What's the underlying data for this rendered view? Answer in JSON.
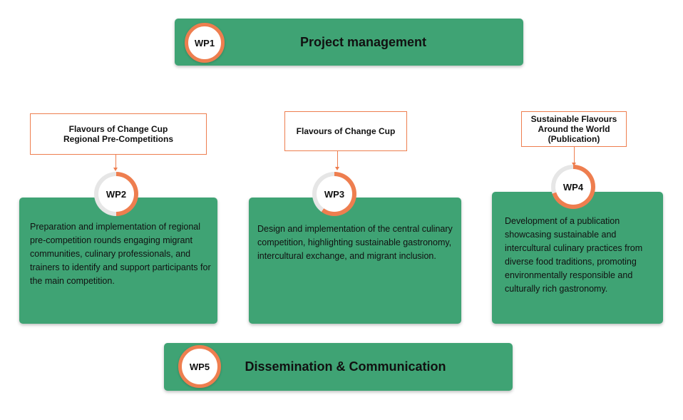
{
  "colors": {
    "green": "#3fa374",
    "orange": "#ee7e4f"
  },
  "wp1": {
    "badge": "WP1",
    "title": "Project management"
  },
  "wp2": {
    "badge": "WP2",
    "label_line1": "Flavours of Change Cup",
    "label_line2": "Regional Pre-Competitions",
    "description": "Preparation and implementation of regional pre-competition rounds engaging migrant communities, culinary professionals, and trainers to identify and support participants for the main competition."
  },
  "wp3": {
    "badge": "WP3",
    "label": "Flavours of Change Cup",
    "description": "Design and implementation of the central culinary competition, highlighting sustainable gastronomy, intercultural exchange, and migrant inclusion."
  },
  "wp4": {
    "badge": "WP4",
    "label_line1": "Sustainable Flavours",
    "label_line2": "Around the World",
    "label_line3": "(Publication)",
    "description": "Development of a publication showcasing sustainable and intercultural culinary practices from diverse food traditions, promoting environmentally responsible and culturally rich gastronomy."
  },
  "wp5": {
    "badge": "WP5",
    "title": "Dissemination & Communication"
  }
}
